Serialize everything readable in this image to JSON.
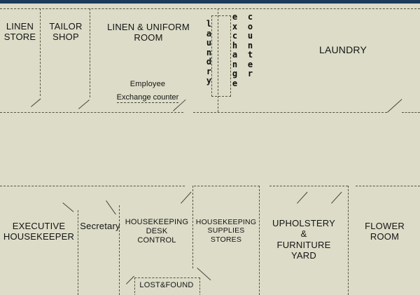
{
  "plan": {
    "title": "Housekeeping and Laundry Department Floor Plan",
    "background_color": "#dcdcc8",
    "wall_color": "#55553f",
    "top_band_color": "#1b3a5c"
  },
  "upper_rooms": [
    {
      "id": "linen-store",
      "label": "LINEN\nSTORE"
    },
    {
      "id": "tailor-shop",
      "label": "TAILOR\nSHOP"
    },
    {
      "id": "linen-uniform-room",
      "label": "LINEN & UNIFORM\nROOM"
    },
    {
      "id": "laundry",
      "label": "LAUNDRY"
    }
  ],
  "upper_annotations": {
    "employee_counter_line1": "Employee",
    "employee_counter_line2": "Exchange counter"
  },
  "vertical_labels": [
    {
      "id": "laundry-vertical",
      "text": "laundry"
    },
    {
      "id": "exchange-vertical",
      "text": "exchange"
    },
    {
      "id": "counter-vertical",
      "text": "counter"
    }
  ],
  "lower_rooms": [
    {
      "id": "executive-housekeeper",
      "label": "EXECUTIVE\nHOUSEKEEPER"
    },
    {
      "id": "secretary",
      "label": "Secretary"
    },
    {
      "id": "housekeeping-desk-control",
      "label": "HOUSEKEEPING\nDESK\nCONTROL"
    },
    {
      "id": "housekeeping-supplies-stores",
      "label": "HOUSEKEEPING\nSUPPLIES\nSTORES"
    },
    {
      "id": "upholstery-furniture-yard",
      "label": "UPHOLSTERY\n&\nFURNITURE\nYARD"
    },
    {
      "id": "flower-room",
      "label": "FLOWER\nROOM"
    }
  ],
  "sub_rooms": [
    {
      "id": "lost-and-found",
      "label": "LOST&FOUND"
    }
  ]
}
